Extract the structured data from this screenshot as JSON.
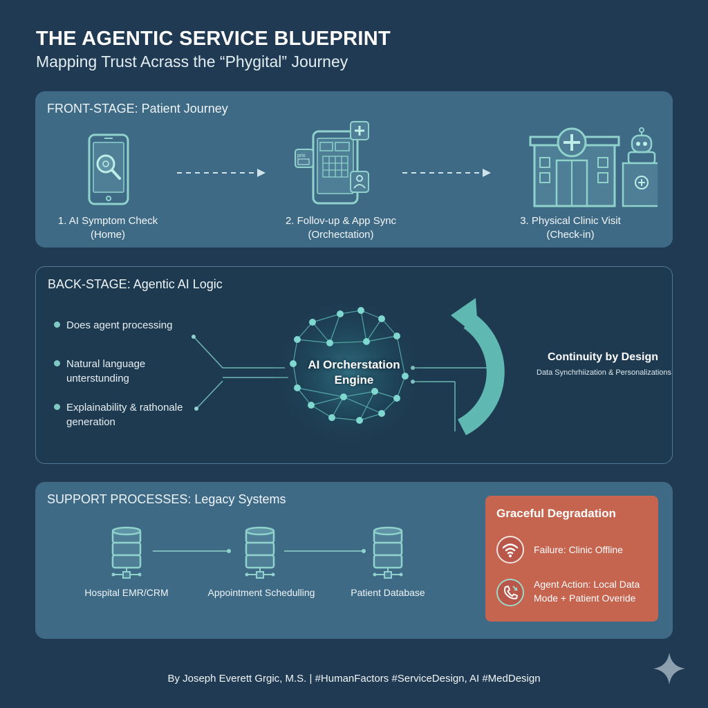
{
  "header": {
    "title": "THE AGENTIC SERVICE BLUEPRINT",
    "subtitle": "Mapping Trust Acrass the “Phygital” Journey"
  },
  "front_stage": {
    "title": "FRONT-STAGE: Patient Journey",
    "steps": [
      {
        "line1": "1. AI Symptom Check",
        "line2": "(Home)",
        "icon": "phone-search-icon"
      },
      {
        "line1": "2. Follov-up & App Sync",
        "line2": "(Orchectation)",
        "icon": "tablet-calendar-icon"
      },
      {
        "line1": "3. Physical Clinic Visit",
        "line2": "(Check-in)",
        "icon": "clinic-robot-icon"
      }
    ],
    "app_card_text": "prio"
  },
  "back_stage": {
    "title": "BACK-STAGE: Agentic AI Logic",
    "bullets": [
      {
        "line1": "Does agent processing",
        "line2": ""
      },
      {
        "line1": "Natural language",
        "line2": "unterstunding"
      },
      {
        "line1": "Explainability & rathonale",
        "line2": "generation"
      }
    ],
    "engine": {
      "line1": "AI Orcherstation",
      "line2": "Engine"
    },
    "continuity": {
      "title": "Continuity by Design",
      "subtitle": "Data Synchrhiization & Personalizations"
    }
  },
  "support": {
    "title": "SUPPORT PROCESSES: Legacy Systems",
    "systems": [
      {
        "label": "Hospital EMR/CRM",
        "icon": "database-icon"
      },
      {
        "label": "Appointment Schedulling",
        "icon": "database-icon"
      },
      {
        "label": "Patient Database",
        "icon": "database-icon"
      }
    ],
    "degradation": {
      "title": "Graceful Degradation",
      "items": [
        {
          "line1": "Failure: Clinic Offline",
          "line2": "",
          "icon": "wifi-icon"
        },
        {
          "line1": "Agent Action: Local Data",
          "line2": "Mode + Patient Overide",
          "icon": "phone-call-icon"
        }
      ]
    }
  },
  "footer": "By Joseph Everett Grgic, M.S. | #HumanFactors #ServiceDesign, AI #MedDesign",
  "colors": {
    "background": "#1f3a52",
    "panel": "#3f6a86",
    "teal": "#7fc9c2",
    "alert": "#c56550"
  }
}
